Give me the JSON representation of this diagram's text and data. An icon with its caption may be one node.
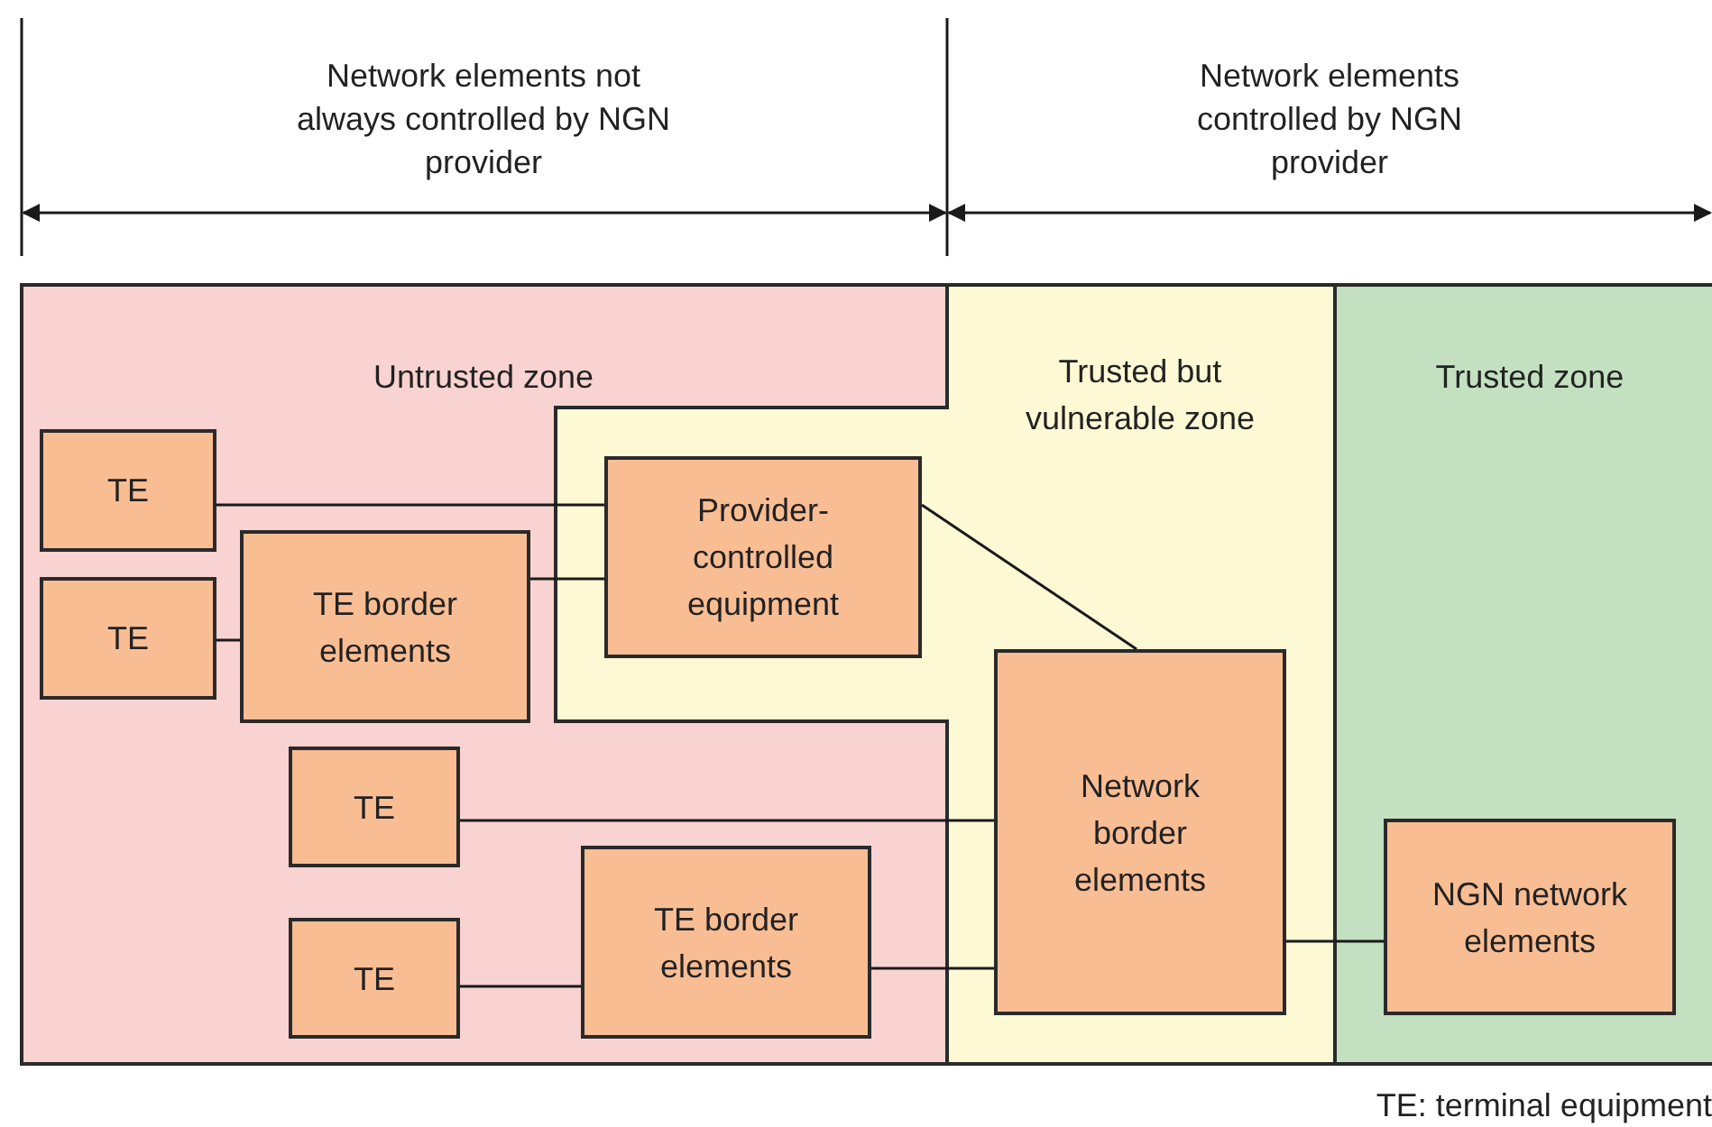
{
  "diagram": {
    "nodes": [
      {
        "text": [
          "Untrusted zone"
        ]
      },
      {
        "text": [
          "TE"
        ],
        "in": 0
      },
      {
        "text": [
          "TE"
        ],
        "in": 0
      },
      {
        "text": [
          "TE border elements"
        ],
        "in": 0
      },
      {
        "text": [
          "TE"
        ],
        "in": 0
      },
      {
        "text": [
          "TE"
        ],
        "in": 0
      },
      {
        "text": [
          "TE border elements"
        ],
        "in": 0
      },
      {
        "text": [
          "Trusted but vulnerable zone"
        ]
      },
      {
        "text": [
          "Provider-controlled equipment"
        ],
        "in": 7
      },
      {
        "text": [
          "Network border elements"
        ],
        "in": 7
      },
      {
        "text": [
          "Trusted zone"
        ]
      },
      {
        "text": [
          "NGN network elements"
        ],
        "in": 10
      }
    ],
    "edges": [
      {
        "from": 1,
        "to": 8,
        "arrow": "none"
      },
      {
        "from": 3,
        "to": 8,
        "arrow": "none"
      },
      {
        "from": 2,
        "to": 3,
        "arrow": "none"
      },
      {
        "from": 8,
        "to": 9,
        "arrow": "none"
      },
      {
        "from": 4,
        "to": 9,
        "arrow": "none"
      },
      {
        "from": 5,
        "to": 6,
        "arrow": "none"
      },
      {
        "from": 6,
        "to": 9,
        "arrow": "none"
      },
      {
        "from": 9,
        "to": 11,
        "arrow": "none"
      }
    ],
    "labels": [
      "Network elements not always controlled by NGN provider",
      "Network elements controlled by NGN provider",
      "TE: terminal equipment"
    ]
  }
}
